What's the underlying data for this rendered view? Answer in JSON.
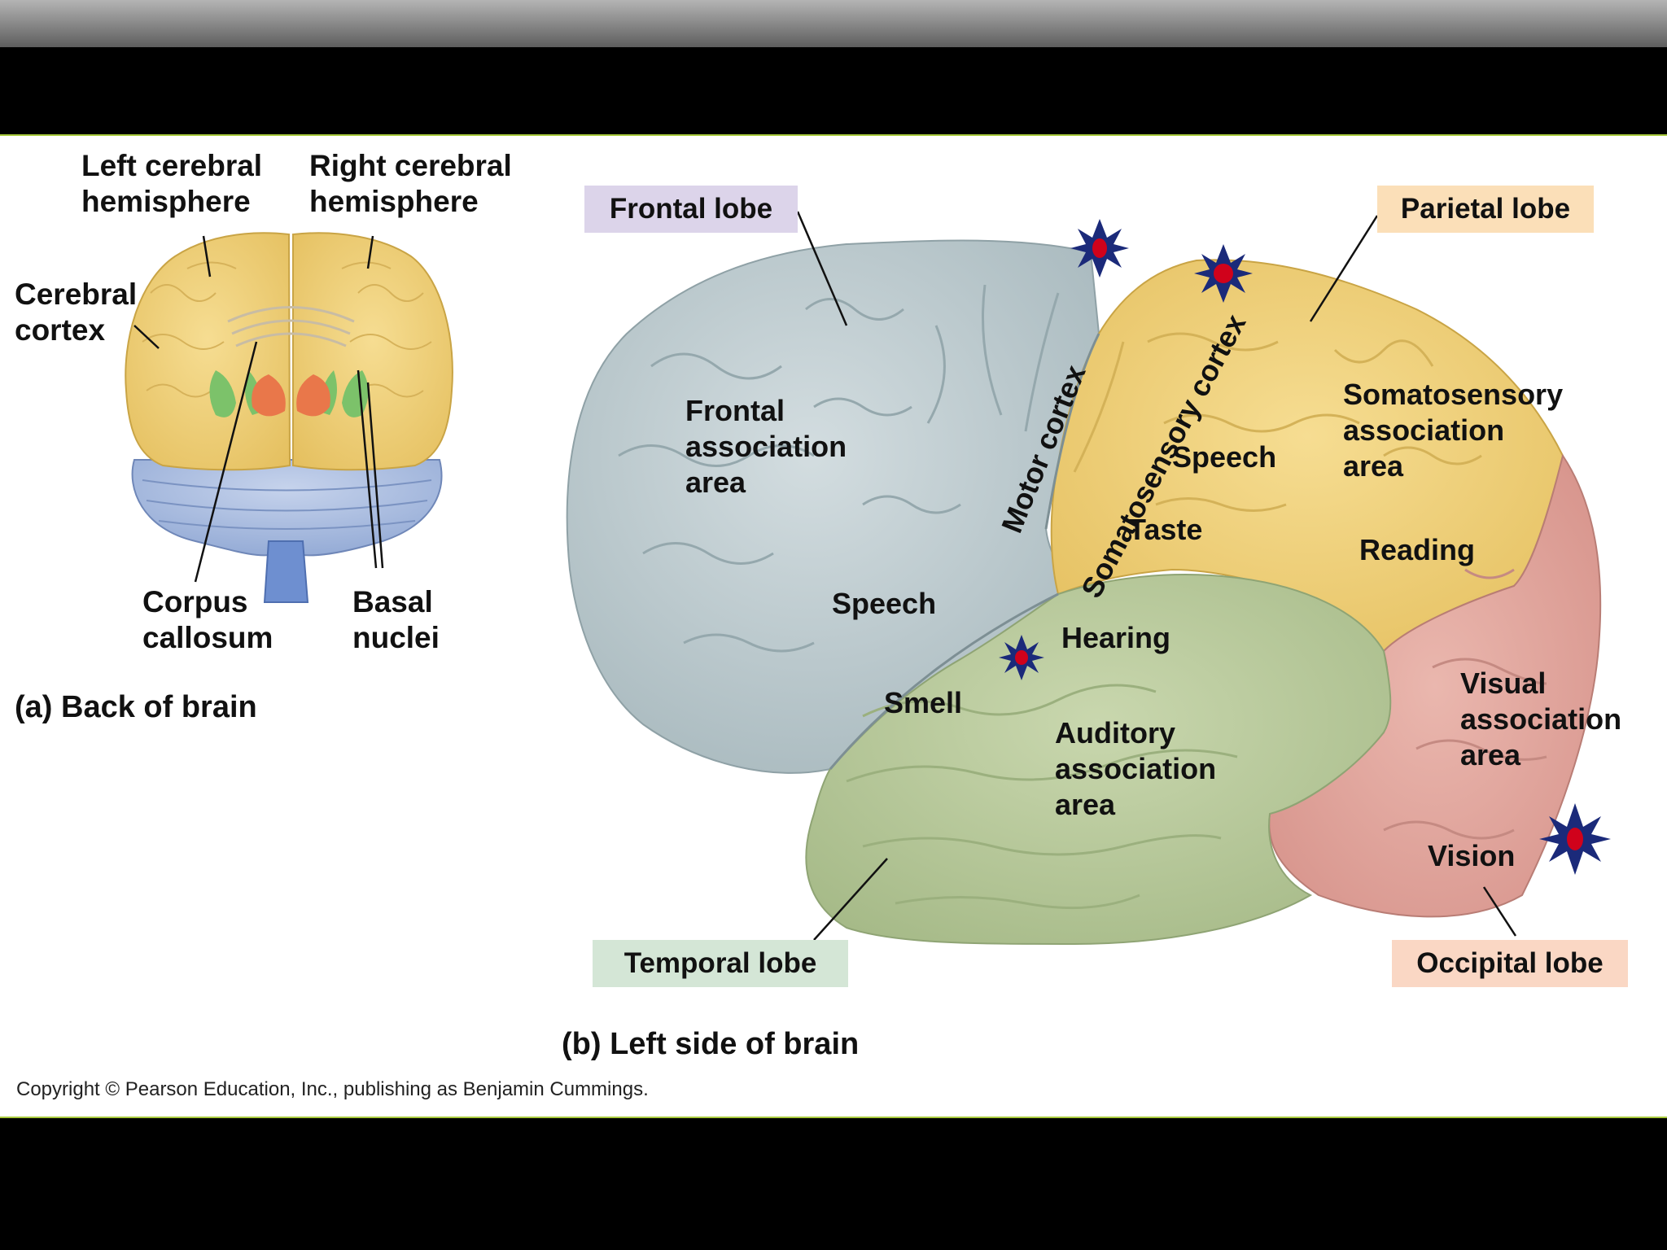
{
  "panel_a": {
    "labels": {
      "left_hemisphere": "Left cerebral\nhemisphere",
      "right_hemisphere": "Right cerebral\nhemisphere",
      "cerebral_cortex": "Cerebral\ncortex",
      "corpus_callosum": "Corpus\ncallosum",
      "basal_nuclei": "Basal\nnuclei"
    },
    "caption": "(a) Back of brain"
  },
  "panel_b": {
    "lobes": {
      "frontal": "Frontal lobe",
      "parietal": "Parietal lobe",
      "temporal": "Temporal lobe",
      "occipital": "Occipital lobe"
    },
    "areas": {
      "frontal_association": "Frontal\nassociation\narea",
      "motor_cortex": "Motor cortex",
      "somatosensory_cortex": "Somatosensory cortex",
      "speech_parietal": "Speech",
      "taste": "Taste",
      "somatosensory_association": "Somatosensory\nassociation\narea",
      "reading": "Reading",
      "speech_frontal": "Speech",
      "hearing": "Hearing",
      "smell": "Smell",
      "auditory_association": "Auditory\nassociation\narea",
      "visual_association": "Visual\nassociation\narea",
      "vision": "Vision"
    },
    "caption": "(b) Left side of brain"
  },
  "copyright": "Copyright © Pearson Education, Inc., publishing as Benjamin Cummings.",
  "colors": {
    "frontal": "#b9c8cc",
    "parietal": "#f0d27a",
    "temporal": "#b9c99e",
    "occipital": "#e0a39a",
    "frontal_box": "#dcd4ea",
    "parietal_box": "#fbdfb8",
    "temporal_box": "#d4e6d6",
    "occipital_box": "#fad7c4",
    "marker_star": "#1b2a7a",
    "marker_dot": "#d0021b"
  }
}
